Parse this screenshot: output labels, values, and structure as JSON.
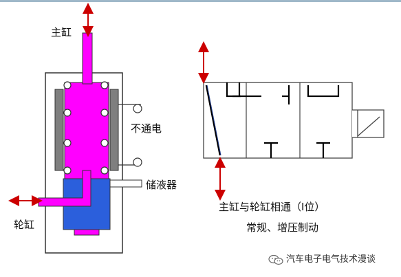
{
  "labels": {
    "master_cylinder": "主缸",
    "not_energized": "不通电",
    "reservoir": "储液器",
    "wheel_cylinder": "轮缸",
    "caption_line1": "主缸与轮缸相通（Ⅰ位）",
    "caption_line2": "常规、增压制动",
    "watermark": "汽车电子电气技术漫谈"
  },
  "colors": {
    "piston": "#ff00ff",
    "chamber": "#2b5fdc",
    "coil": "#7f7f7f",
    "arrow": "#cc0000",
    "line": "#000000"
  },
  "icons": {
    "watermark": "wechat-icon"
  }
}
